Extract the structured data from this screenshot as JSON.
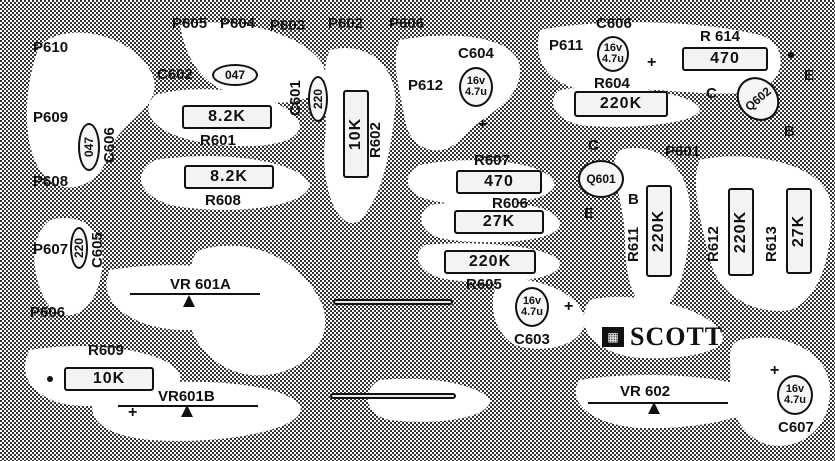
{
  "pads": {
    "p605": "P605",
    "p604": "P604",
    "p603": "P603",
    "p602": "P602",
    "p606_top": "P606",
    "p610": "P610",
    "p609": "P609",
    "p608": "P608",
    "p607": "P607",
    "p606_left": "P606",
    "p612": "P612",
    "p611": "P611",
    "p601": "P601"
  },
  "resistors": {
    "r601": {
      "ref": "R601",
      "value": "8.2K"
    },
    "r608": {
      "ref": "R608",
      "value": "8.2K"
    },
    "r602": {
      "ref": "R602",
      "value": "10K"
    },
    "r607": {
      "ref": "R607",
      "value": "470"
    },
    "r606": {
      "ref": "R606",
      "value": "27K"
    },
    "r605": {
      "ref": "R605",
      "value": "220K"
    },
    "r604": {
      "ref": "R604",
      "value": "220K"
    },
    "r614": {
      "ref": "R 614",
      "value": "470"
    },
    "r611": {
      "ref": "R611",
      "value": "220K"
    },
    "r612": {
      "ref": "R612",
      "value": "220K"
    },
    "r613": {
      "ref": "R613",
      "value": "27K"
    },
    "r609": {
      "ref": "R609",
      "value": "10K"
    }
  },
  "capacitors": {
    "c602": {
      "ref": "C602",
      "value": "047"
    },
    "c601": {
      "ref": "C601",
      "value": "220"
    },
    "c606_left": {
      "ref": "C606",
      "value": "047"
    },
    "c605": {
      "ref": "C605",
      "value": "220"
    },
    "c604": {
      "ref": "C604",
      "volt": "16v",
      "cap": "4.7u"
    },
    "c606_top": {
      "ref": "C606",
      "volt": "16v",
      "cap": "4.7u"
    },
    "c603": {
      "ref": "C603",
      "volt": "16v",
      "cap": "4.7u"
    },
    "c607": {
      "ref": "C607",
      "volt": "16v",
      "cap": "4.7u"
    }
  },
  "transistors": {
    "q601": {
      "ref": "Q601",
      "c": "C",
      "e": "E",
      "b": "B"
    },
    "q602": {
      "ref": "Q602",
      "c": "C",
      "e": "E",
      "b": "B"
    }
  },
  "pots": {
    "vr601a": "VR 601A",
    "vr601b": "VR601B",
    "vr602": "VR 602"
  },
  "brand": {
    "name": "SCOTT",
    "icon": "logo-icon"
  },
  "signs": {
    "plus": "+"
  }
}
